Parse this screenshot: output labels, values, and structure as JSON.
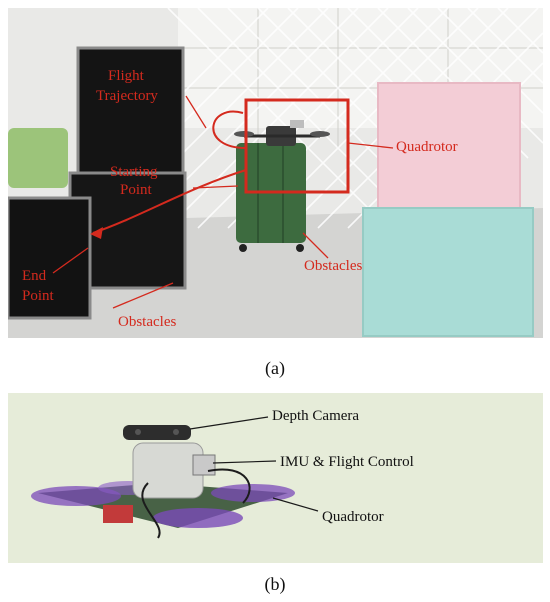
{
  "panel_a": {
    "caption": "(a)",
    "labels": {
      "flight_trajectory_1": "Flight",
      "flight_trajectory_2": "Trajectory",
      "starting_point_1": "Starting",
      "starting_point_2": "Point",
      "end_point_1": "End",
      "end_point_2": "Point",
      "obstacles_left": "Obstacles",
      "obstacles_right": "Obstacles",
      "quadrotor": "Quadrotor"
    },
    "colors": {
      "annotation": "#d42a1e",
      "floor": "#d9d9d7",
      "wall": "#ececec",
      "pink_box": "#f3cdd6",
      "cyan_box": "#a9dcd6",
      "suitcase": "#3d6b3f"
    }
  },
  "panel_b": {
    "caption": "(b)",
    "labels": {
      "depth_camera": "Depth Camera",
      "imu_flight_control": "IMU & Flight Control",
      "quadrotor": "Quadrotor"
    },
    "colors": {
      "background": "#e6ecd9",
      "propeller": "#7b4bb8",
      "frame": "#2c4a2c"
    }
  }
}
